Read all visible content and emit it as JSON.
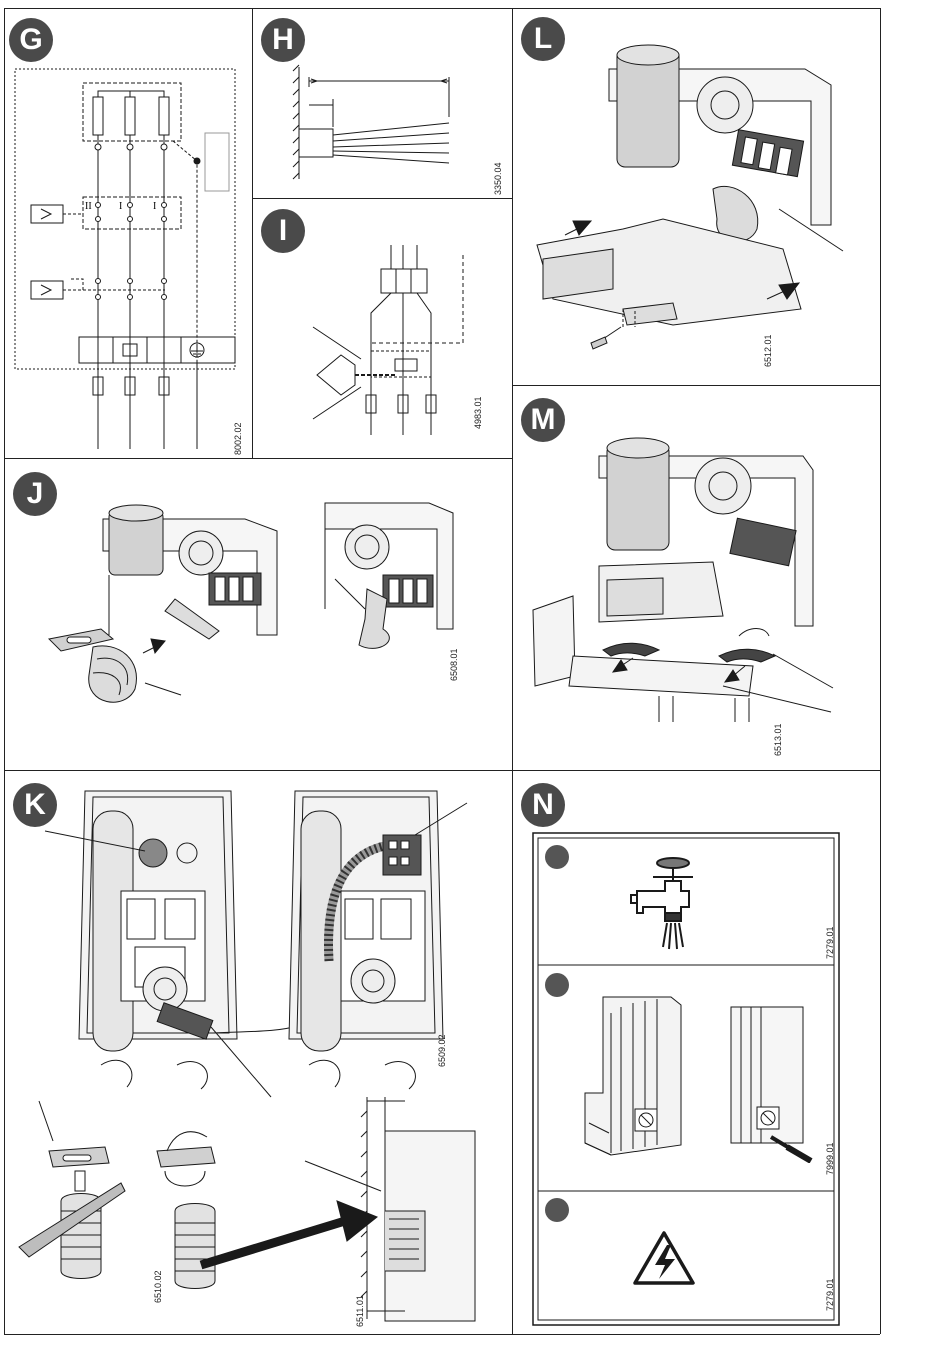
{
  "panels": {
    "G": {
      "letter": "G",
      "code": "8002.02"
    },
    "H": {
      "letter": "H",
      "code": "3350.04"
    },
    "I": {
      "letter": "I",
      "code": "4983.01"
    },
    "J": {
      "letter": "J",
      "code": "6508.01"
    },
    "K": {
      "letter": "K",
      "code_top": "6509.02",
      "code_bl": "6510.02",
      "code_br": "6511.01"
    },
    "L": {
      "letter": "L",
      "code": "6512.01"
    },
    "M": {
      "letter": "M",
      "code": "6513.01"
    },
    "N": {
      "letter": "N",
      "code1": "7279.01",
      "code2": "7999.01",
      "code3": "7279.01"
    }
  },
  "schematic": {
    "pole_labels": [
      "II",
      "I",
      "I"
    ]
  },
  "colors": {
    "line": "#1a1a1a",
    "badge": "#4a4a4a",
    "shade": "#b5b5b5",
    "light": "#e8e8e8"
  }
}
